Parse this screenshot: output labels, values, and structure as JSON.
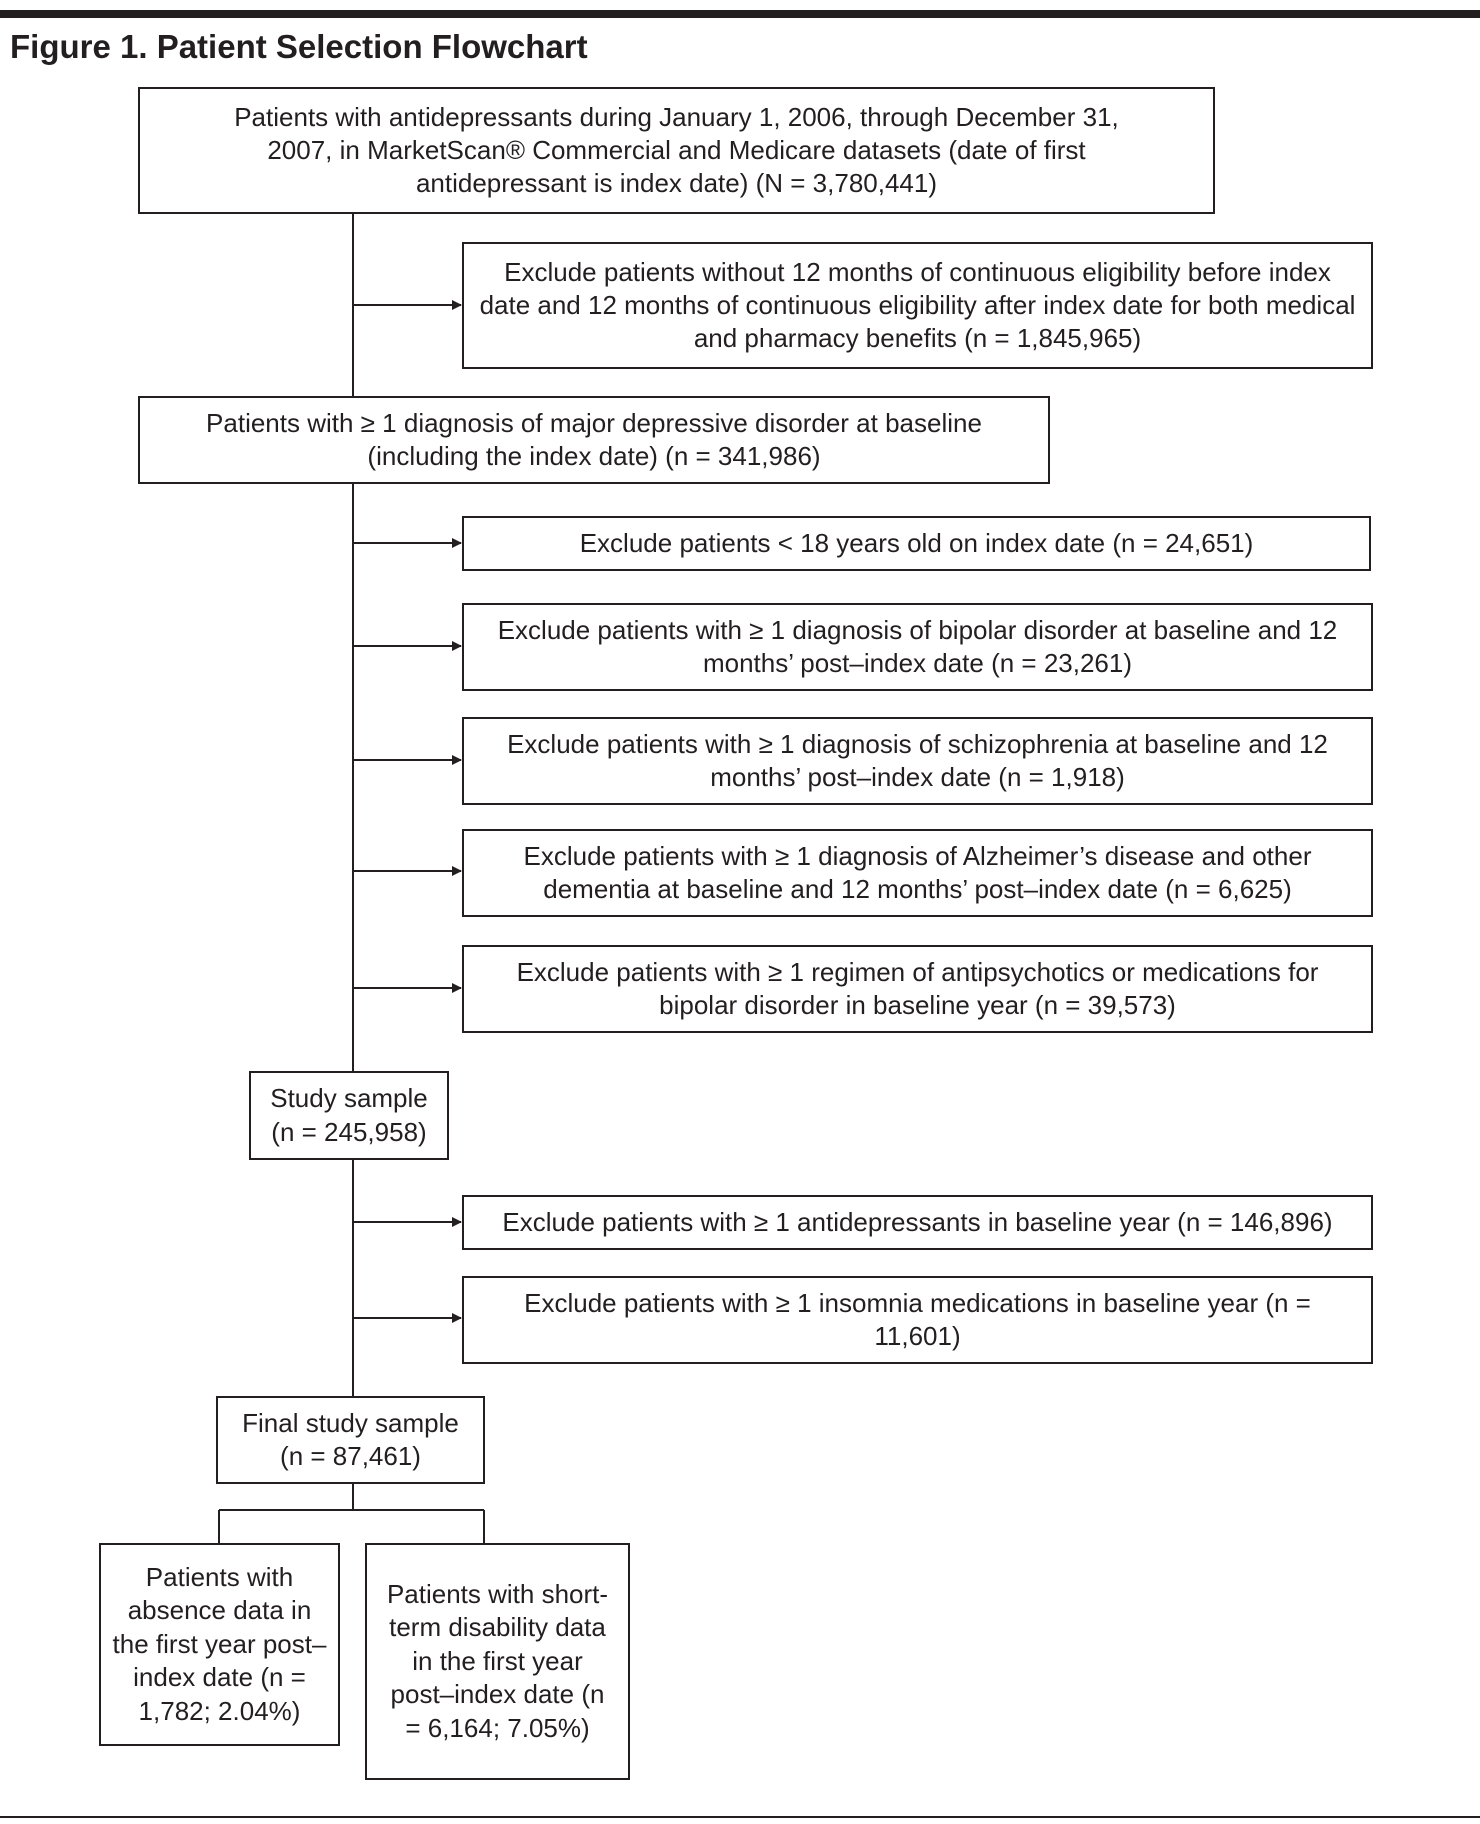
{
  "figure": {
    "title": "Figure 1. Patient Selection Flowchart"
  },
  "boxes": {
    "initial": "Patients with antidepressants during January 1, 2006, through December 31, 2007, in MarketScan® Commercial and Medicare datasets (date of first antidepressant is index date) (N = 3,780,441)",
    "exclude_eligibility": "Exclude patients without 12 months of continuous eligibility before index date and 12 months of continuous eligibility after index date for both medical and pharmacy benefits (n = 1,845,965)",
    "mdd": "Patients with ≥ 1 diagnosis of major depressive disorder at baseline (including the index date) (n = 341,986)",
    "exclude_age": "Exclude patients < 18 years old on index date (n = 24,651)",
    "exclude_bipolar": "Exclude patients with ≥ 1 diagnosis of bipolar disorder at baseline and 12 months’ post–index date (n = 23,261)",
    "exclude_schizophrenia": "Exclude patients with ≥ 1 diagnosis of schizophrenia at baseline and 12 months’ post–index date (n = 1,918)",
    "exclude_alzheimers": "Exclude patients with ≥ 1 diagnosis of Alzheimer’s disease and other dementia at baseline and 12 months’ post–index date (n = 6,625)",
    "exclude_antipsychotics": "Exclude patients with ≥ 1 regimen of antipsychotics or medications for bipolar disorder in baseline year (n = 39,573)",
    "study_sample": "Study sample (n = 245,958)",
    "exclude_antidepressants": "Exclude patients with ≥ 1 antidepressants in baseline year (n = 146,896)",
    "exclude_insomnia": "Exclude patients with ≥ 1 insomnia medications in baseline year (n = 11,601)",
    "final_sample": "Final study sample (n = 87,461)",
    "absence": "Patients with absence data in the first year post–index date (n = 1,782; 2.04%)",
    "disability": "Patients with short-term disability data in the first year post–index date (n = 6,164; 7.05%)"
  }
}
